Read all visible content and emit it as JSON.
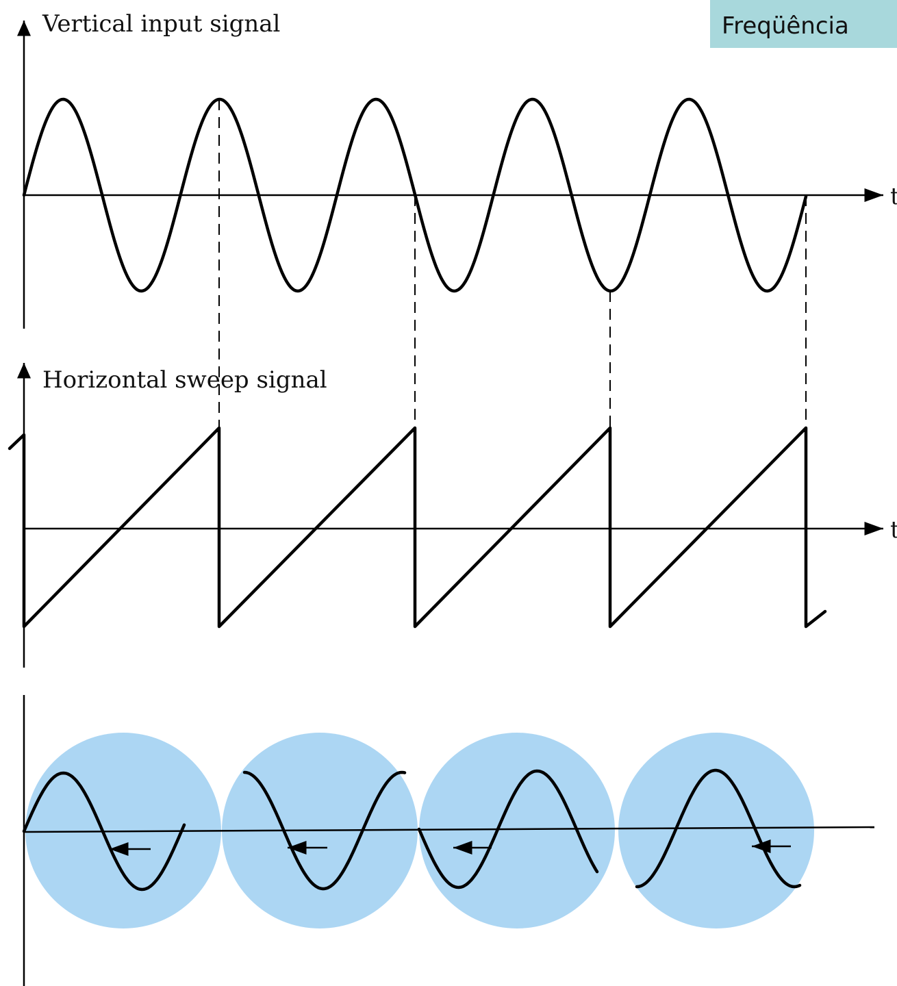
{
  "header": {
    "badge_text": "Freqüência"
  },
  "panels": {
    "vertical": {
      "label": "Vertical input signal",
      "axis_symbol": "t"
    },
    "horizontal": {
      "label": "Horizontal sweep signal",
      "axis_symbol": "t"
    },
    "display": {
      "display_count": 4
    }
  },
  "colors": {
    "highlight": "#acd6f3",
    "badge_bg": "#a8d8dc",
    "ink": "#000000"
  }
}
